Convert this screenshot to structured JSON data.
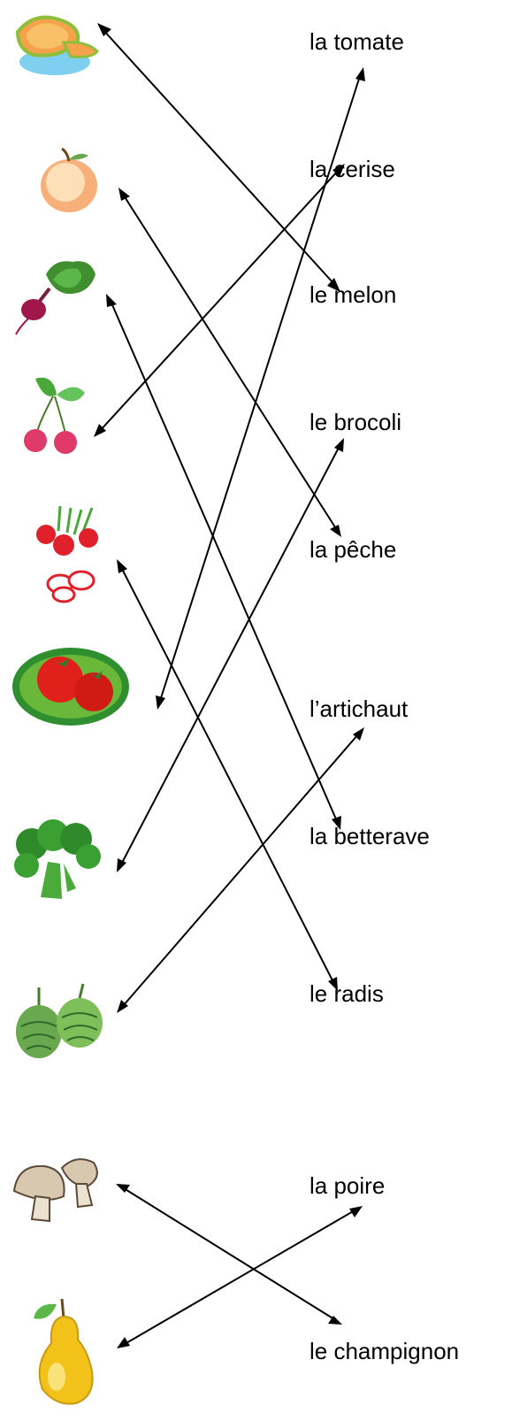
{
  "words": [
    "la tomate",
    "la cerise",
    "le melon",
    "le brocoli",
    "la pêche",
    "l’artichaut",
    "la betterave",
    "le radis",
    "la poire",
    "le champignon"
  ],
  "pictures": [
    "melon-icon",
    "peach-icon",
    "beet-icon",
    "cherries-icon",
    "radishes-icon",
    "tomatoes-icon",
    "broccoli-icon",
    "artichoke-icon",
    "mushrooms-icon",
    "pear-icon"
  ],
  "colors": {
    "arrow": "#000000",
    "text": "#000000",
    "background": "#ffffff"
  }
}
